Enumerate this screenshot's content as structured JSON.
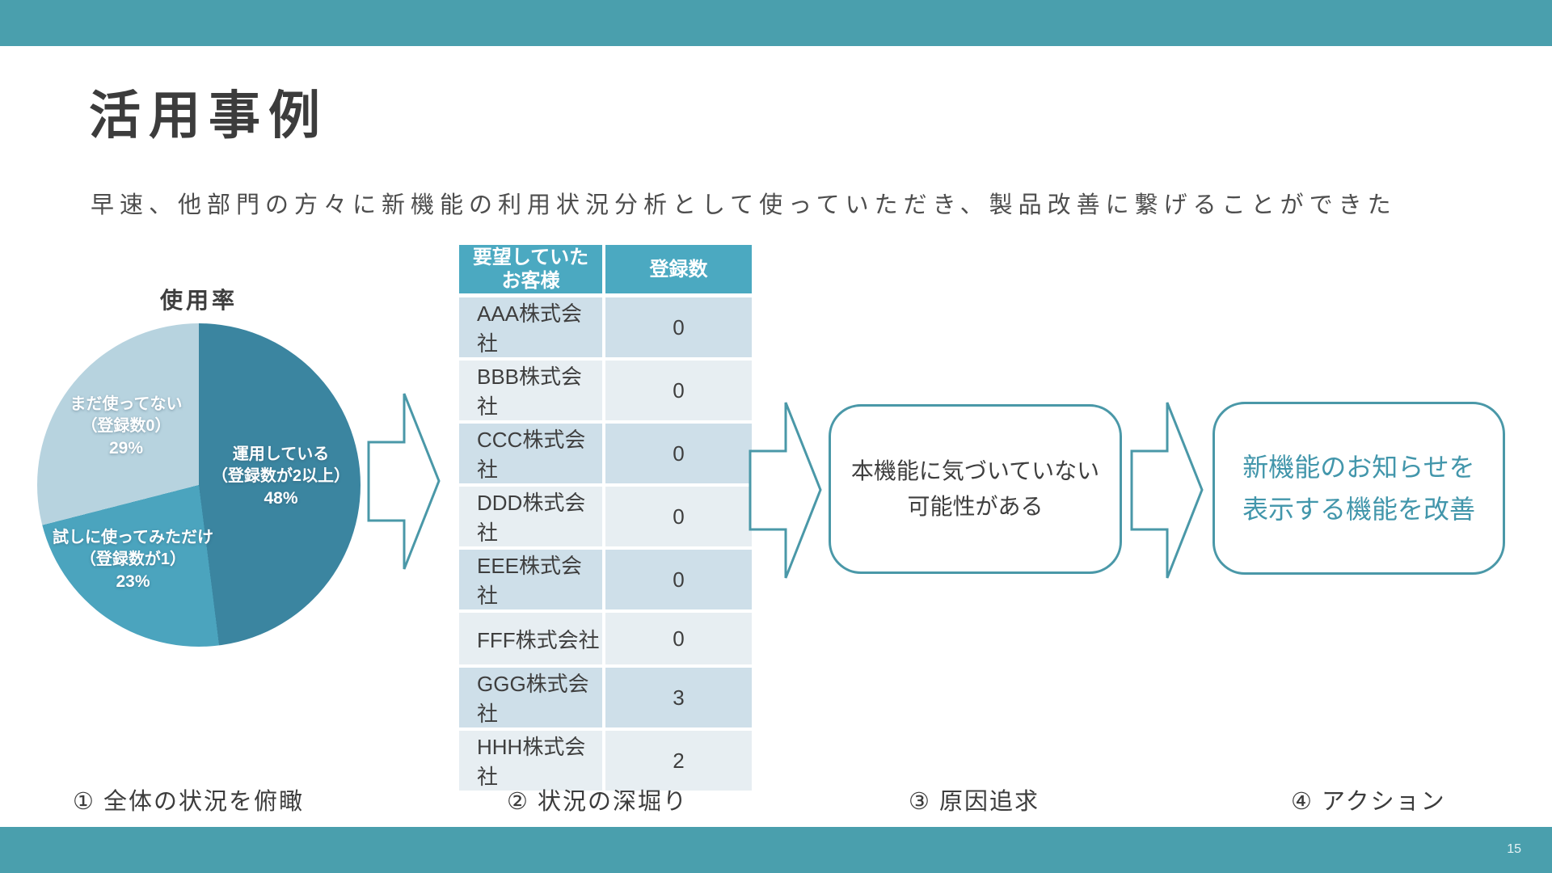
{
  "slide": {
    "title": "活用事例",
    "subtitle": "早速、他部門の方々に新機能の利用状況分析として使っていただき、製品改善に繋げることができた",
    "page_number": "15"
  },
  "colors": {
    "bar_teal": "#4A9FAD",
    "table_header": "#4BA9C1",
    "row_dark": "#CEDFE9",
    "row_light": "#E7EEF2",
    "accent_border": "#4A98A8",
    "pie_dark": "#3B85A0",
    "pie_medium": "#4BA4BE",
    "pie_light": "#B7D3DF",
    "text_dark": "#3E3E3E",
    "box_action_text": "#4296AB"
  },
  "chart_data": {
    "type": "pie",
    "title": "使用率",
    "direction": "clockwise",
    "start_angle_deg": 0,
    "legend_position": "inside",
    "slices": [
      {
        "label": "運用している",
        "sublabel": "（登録数が2以上）",
        "pct": "48%",
        "value": 48,
        "color": "#3B85A0"
      },
      {
        "label": "試しに使ってみただけ",
        "sublabel": "（登録数が1）",
        "pct": "23%",
        "value": 23,
        "color": "#4BA4BE"
      },
      {
        "label": "まだ使ってない",
        "sublabel": "（登録数0）",
        "pct": "29%",
        "value": 29,
        "color": "#B7D3DF"
      }
    ]
  },
  "table": {
    "headers": [
      [
        "要望していた",
        "お客様"
      ],
      [
        "登録数"
      ]
    ],
    "rows": [
      [
        "AAA株式会社",
        "0"
      ],
      [
        "BBB株式会社",
        "0"
      ],
      [
        "CCC株式会社",
        "0"
      ],
      [
        "DDD株式会社",
        "0"
      ],
      [
        "EEE株式会社",
        "0"
      ],
      [
        "FFF株式会社",
        "0"
      ],
      [
        "GGG株式会社",
        "3"
      ],
      [
        "HHH株式会社",
        "2"
      ]
    ]
  },
  "boxes": {
    "cause": {
      "lines": [
        "本機能に気づいていない",
        "可能性がある"
      ]
    },
    "action": {
      "lines": [
        "新機能のお知らせを",
        "表示する機能を改善"
      ]
    }
  },
  "steps": [
    {
      "label": "① 全体の状況を俯瞰"
    },
    {
      "label": "② 状況の深堀り"
    },
    {
      "label": "③ 原因追求"
    },
    {
      "label": "④ アクション"
    }
  ]
}
